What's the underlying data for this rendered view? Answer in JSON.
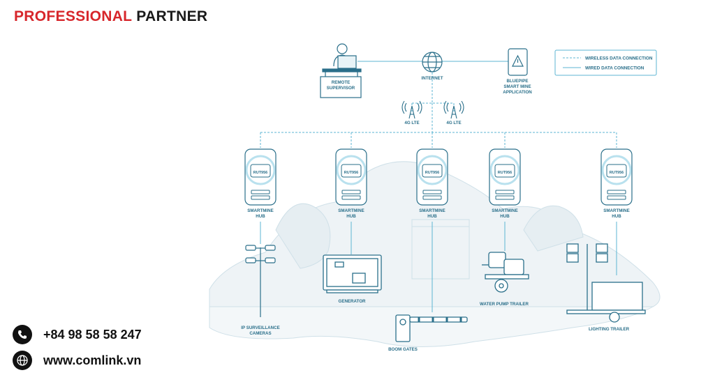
{
  "brand": {
    "part1": "PROFESSIONAL",
    "part2": "PARTNER"
  },
  "contact": {
    "phone": "+84 98 58 58 247",
    "website": "www.comlink.vn",
    "phone_icon": "phone-icon",
    "web_icon": "globe-icon"
  },
  "colors": {
    "brand_red": "#d7262b",
    "line": "#5cb6d3",
    "ink": "#2a6f8a",
    "hill": "#eef3f6"
  },
  "legend": {
    "wireless": "WIRELESS DATA CONNECTION",
    "wired": "WIRED DATA CONNECTION"
  },
  "nodes": {
    "supervisor": [
      "REMOTE",
      "SUPERVISOR"
    ],
    "internet": "INTERNET",
    "app": [
      "BLUEPIPE",
      "SMART MINE",
      "APPLICATION"
    ],
    "lte_left": "4G LTE",
    "lte_right": "4G LTE"
  },
  "hubs": [
    {
      "model": "RUT956",
      "label": [
        "SMARTMINE",
        "HUB"
      ]
    },
    {
      "model": "RUT956",
      "label": [
        "SMARTMINE",
        "HUB"
      ]
    },
    {
      "model": "RUT956",
      "label": [
        "SMARTMINE",
        "HUB"
      ]
    },
    {
      "model": "RUT956",
      "label": [
        "SMARTMINE",
        "HUB"
      ]
    },
    {
      "model": "RUT956",
      "label": [
        "SMARTMINE",
        "HUB"
      ]
    }
  ],
  "equipment": {
    "cameras": [
      "IP SURVEILLANCE",
      "CAMERAS"
    ],
    "generator": "GENERATOR",
    "boom": "BOOM GATES",
    "pump": "WATER PUMP TRAILER",
    "lighting": "LIGHTING TRAILER"
  }
}
